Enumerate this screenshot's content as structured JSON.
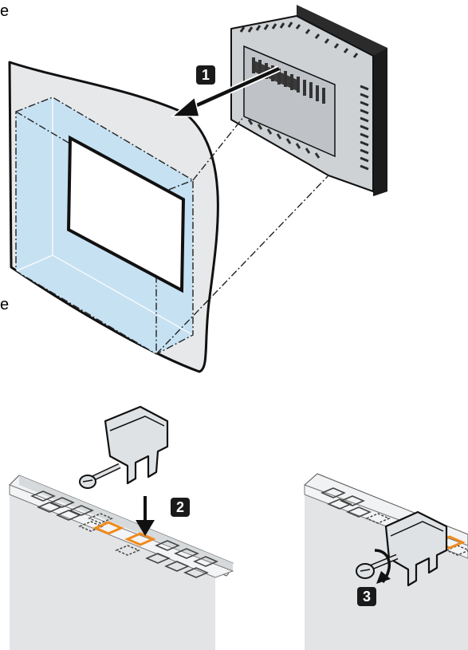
{
  "edge_glyphs": {
    "top": "e",
    "middle": "e"
  },
  "steps": {
    "step1": "1",
    "step2": "2",
    "step3": "3"
  },
  "colors": {
    "ink": "#111111",
    "panel_fill": "#e6e8ea",
    "cutout_fill": "#c6e1f2",
    "cutout_edge": "#eaf4fa",
    "device_body": "#cfd2d5",
    "device_dark": "#2b2b2b",
    "rail_fill": "#e2e4e6",
    "rail_shade": "#c9cccf",
    "highlight": "#f08a1c",
    "badge": "#1a1a1a",
    "clip": "#dfe2e5"
  },
  "icons": [
    "move-arrow-icon",
    "rotate-arrow-icon",
    "insert-arrow-icon"
  ]
}
